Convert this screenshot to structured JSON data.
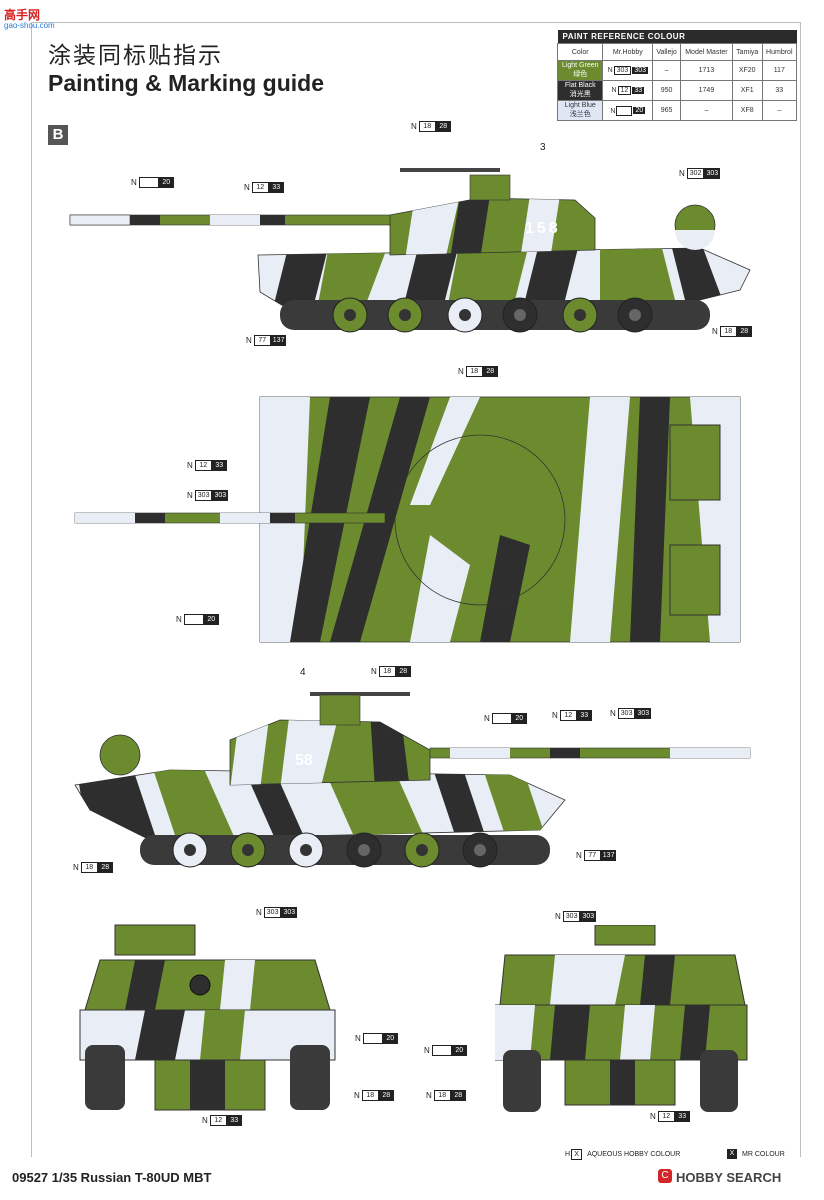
{
  "site_logo": {
    "main": "高手网",
    "sub": "gao-shou.com"
  },
  "header": {
    "title_cn": "涂装同标贴指示",
    "title_en": "Painting & Marking guide",
    "section": "B"
  },
  "paint_table": {
    "title": "PAINT REFERENCE COLOUR",
    "columns": [
      "Color",
      "Mr.Hobby",
      "Vallejo",
      "Model Master",
      "Tamiya",
      "Humbrol"
    ],
    "rows": [
      {
        "color_en": "Light Green",
        "color_cn": "绿色",
        "n": "N",
        "hobby_ref": "303",
        "hobby_mr": "303",
        "vallejo": "–",
        "model_master": "1713",
        "tamiya": "XF20",
        "humbrol": "117",
        "swatch": "#6b8b2e"
      },
      {
        "color_en": "Flat Black",
        "color_cn": "消光黑",
        "n": "N",
        "hobby_ref": "12",
        "hobby_mr": "33",
        "vallejo": "950",
        "model_master": "1749",
        "tamiya": "XF1",
        "humbrol": "33",
        "swatch": "#2e2e2e"
      },
      {
        "color_en": "Light Blue",
        "color_cn": "浅兰色",
        "n": "N",
        "hobby_ref": "",
        "hobby_mr": "20",
        "vallejo": "965",
        "model_master": "–",
        "tamiya": "XF8",
        "humbrol": "–",
        "swatch": "#dfe7f4"
      }
    ]
  },
  "decal_numbers": {
    "turret_side_right": "158",
    "turret_side_left": "58",
    "callout_right": "3",
    "callout_left": "4"
  },
  "callouts": {
    "v1_gun_mg": {
      "n": "N",
      "ref": "18",
      "mr": "28"
    },
    "v1_barrel_tip": {
      "n": "N",
      "ref": "",
      "mr": "20"
    },
    "v1_barrel_mid": {
      "n": "N",
      "ref": "12",
      "mr": "33"
    },
    "v1_rear": {
      "n": "N",
      "ref": "302",
      "mr": "303"
    },
    "v1_tracks": {
      "n": "N",
      "ref": "18",
      "mr": "28"
    },
    "v1_hull_low": {
      "n": "N",
      "ref": "77",
      "mr": "137"
    },
    "v2_top": {
      "n": "N",
      "ref": "18",
      "mr": "28"
    },
    "v2_black": {
      "n": "N",
      "ref": "12",
      "mr": "33"
    },
    "v2_green": {
      "n": "N",
      "ref": "303",
      "mr": "303"
    },
    "v2_white": {
      "n": "N",
      "ref": "",
      "mr": "20"
    },
    "v3_mg": {
      "n": "N",
      "ref": "18",
      "mr": "28"
    },
    "v3_barrel_white": {
      "n": "N",
      "ref": "",
      "mr": "20"
    },
    "v3_barrel_black": {
      "n": "N",
      "ref": "12",
      "mr": "33"
    },
    "v3_barrel_green": {
      "n": "N",
      "ref": "303",
      "mr": "303"
    },
    "v3_tracks": {
      "n": "N",
      "ref": "18",
      "mr": "28"
    },
    "v3_hull_low": {
      "n": "N",
      "ref": "77",
      "mr": "137"
    },
    "v4_top": {
      "n": "N",
      "ref": "303",
      "mr": "303"
    },
    "v4_white": {
      "n": "N",
      "ref": "",
      "mr": "20"
    },
    "v4_tracks": {
      "n": "N",
      "ref": "18",
      "mr": "28"
    },
    "v4_black": {
      "n": "N",
      "ref": "12",
      "mr": "33"
    },
    "v5_top": {
      "n": "N",
      "ref": "303",
      "mr": "303"
    },
    "v5_white": {
      "n": "N",
      "ref": "",
      "mr": "20"
    },
    "v5_tracks": {
      "n": "N",
      "ref": "18",
      "mr": "28"
    },
    "v5_black": {
      "n": "N",
      "ref": "12",
      "mr": "33"
    }
  },
  "legend": {
    "aqueous_letter": "H",
    "aqueous_code": "X",
    "aqueous_label": "AQUEOUS HOBBY COLOUR",
    "mr_code": "X",
    "mr_label": "MR COLOUR"
  },
  "footer": {
    "product": "09527 1/35 Russian T-80UD MBT",
    "watermark": "HOBBY SEARCH",
    "watermark_icon": "C"
  },
  "colors": {
    "green": "#6b8b2e",
    "black": "#2e2e2e",
    "white": "#e9eef6",
    "metal": "#9aa3ad"
  }
}
